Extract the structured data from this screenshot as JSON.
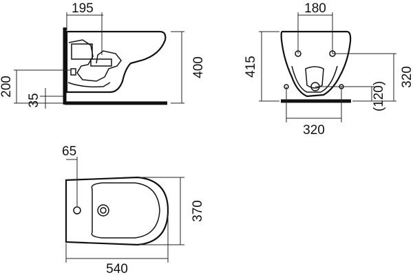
{
  "drawing": {
    "side_view": {
      "width_top": "195",
      "height_total": "400",
      "height_outlet": "200",
      "height_bottom": "35"
    },
    "front_view": {
      "width_top": "180",
      "height_left": "415",
      "height_right": "320",
      "height_paren": "(120)",
      "width_bottom": "320"
    },
    "top_view": {
      "offset_hole": "65",
      "depth": "370",
      "length": "540"
    }
  }
}
